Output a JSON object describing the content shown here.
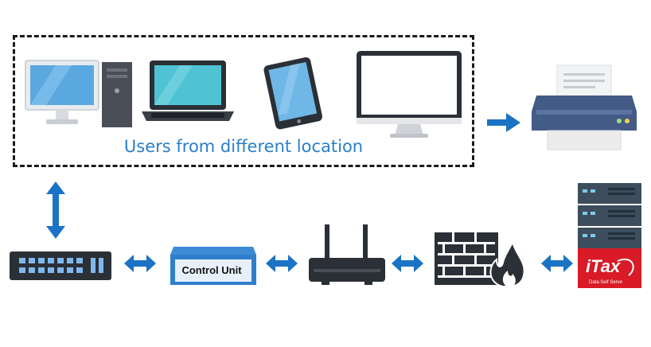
{
  "users_box": {
    "caption": "Users from different location"
  },
  "devices": {
    "desktop_tower": "desktop-tower",
    "laptop": "laptop",
    "tablet": "tablet",
    "monitor": "monitor",
    "printer": "printer"
  },
  "network_chain": {
    "switch": "network-switch",
    "control_unit_label": "Control Unit",
    "router": "router",
    "firewall": "firewall",
    "server": "server"
  },
  "itax_logo": {
    "brand": "iTax",
    "tagline": "Data Self Serve"
  },
  "colors": {
    "arrow": "#1a73c4",
    "caption": "#2a7fc9",
    "device_dark": "#2b2f36",
    "screen_blue": "#5ba8e0",
    "screen_teal": "#4fc3d4",
    "itax_red": "#d81b26"
  }
}
